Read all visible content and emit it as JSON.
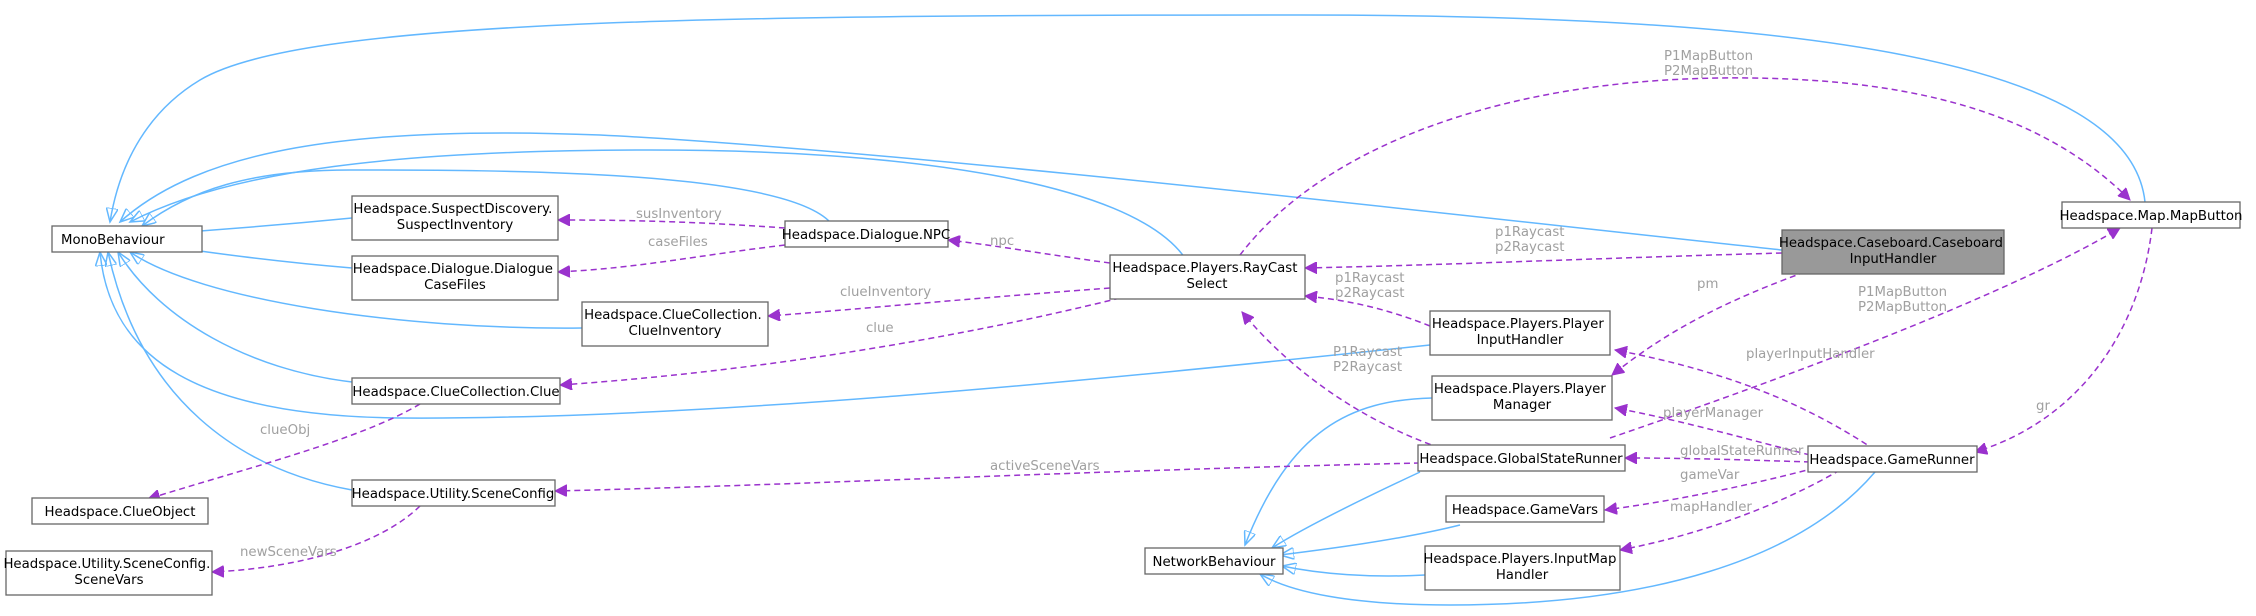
{
  "colors": {
    "inherit": "#63b8ff",
    "usage": "#9a32cd",
    "label": "#a0a0a0",
    "highlight": "#999999",
    "border": "#666666"
  },
  "nodes": {
    "monobehaviour": [
      "MonoBehaviour"
    ],
    "suspect_inventory": [
      "Headspace.SuspectDiscovery.",
      "SuspectInventory"
    ],
    "dialogue_casefiles": [
      "Headspace.Dialogue.Dialogue",
      "CaseFiles"
    ],
    "clue_inventory": [
      "Headspace.ClueCollection.",
      "ClueInventory"
    ],
    "clue": [
      "Headspace.ClueCollection.Clue"
    ],
    "clue_object": [
      "Headspace.ClueObject"
    ],
    "scene_config": [
      "Headspace.Utility.SceneConfig"
    ],
    "scene_vars": [
      "Headspace.Utility.SceneConfig.",
      "SceneVars"
    ],
    "npc": [
      "Headspace.Dialogue.NPC"
    ],
    "raycast_select": [
      "Headspace.Players.RayCast",
      "Select"
    ],
    "network_behaviour": [
      "NetworkBehaviour"
    ],
    "player_input_handler": [
      "Headspace.Players.Player",
      "InputHandler"
    ],
    "player_manager": [
      "Headspace.Players.Player",
      "Manager"
    ],
    "global_state_runner": [
      "Headspace.GlobalStateRunner"
    ],
    "game_vars": [
      "Headspace.GameVars"
    ],
    "input_map_handler": [
      "Headspace.Players.InputMap",
      "Handler"
    ],
    "caseboard_input_handler": [
      "Headspace.Caseboard.Caseboard",
      "InputHandler"
    ],
    "game_runner": [
      "Headspace.GameRunner"
    ],
    "map_button": [
      "Headspace.Map.MapButton"
    ]
  },
  "edge_labels": {
    "susinventory": [
      "susInventory"
    ],
    "casefiles": [
      "caseFiles"
    ],
    "npc": [
      "npc"
    ],
    "clueinventory": [
      "clueInventory"
    ],
    "clue": [
      "clue"
    ],
    "clueobj": [
      "clueObj"
    ],
    "newscenevars": [
      "newSceneVars"
    ],
    "activescenevars": [
      "activeSceneVars"
    ],
    "p1raycast_cb": [
      "p1Raycast",
      "p2Raycast"
    ],
    "p1raycast_pih": [
      "p1Raycast",
      "p2Raycast"
    ],
    "P1raycast_gsr": [
      "P1Raycast",
      "P2Raycast"
    ],
    "pm": [
      "pm"
    ],
    "p1mapbutton_top": [
      "P1MapButton",
      "P2MapButton"
    ],
    "p1mapbutton_mid": [
      "P1MapButton",
      "P2MapButton"
    ],
    "playerinputhandler": [
      "playerInputHandler"
    ],
    "playermanager": [
      "playerManager"
    ],
    "globalstaterunner": [
      "globalStateRunner"
    ],
    "gamevar": [
      "gameVar"
    ],
    "maphandler": [
      "mapHandler"
    ],
    "gr": [
      "gr"
    ]
  }
}
